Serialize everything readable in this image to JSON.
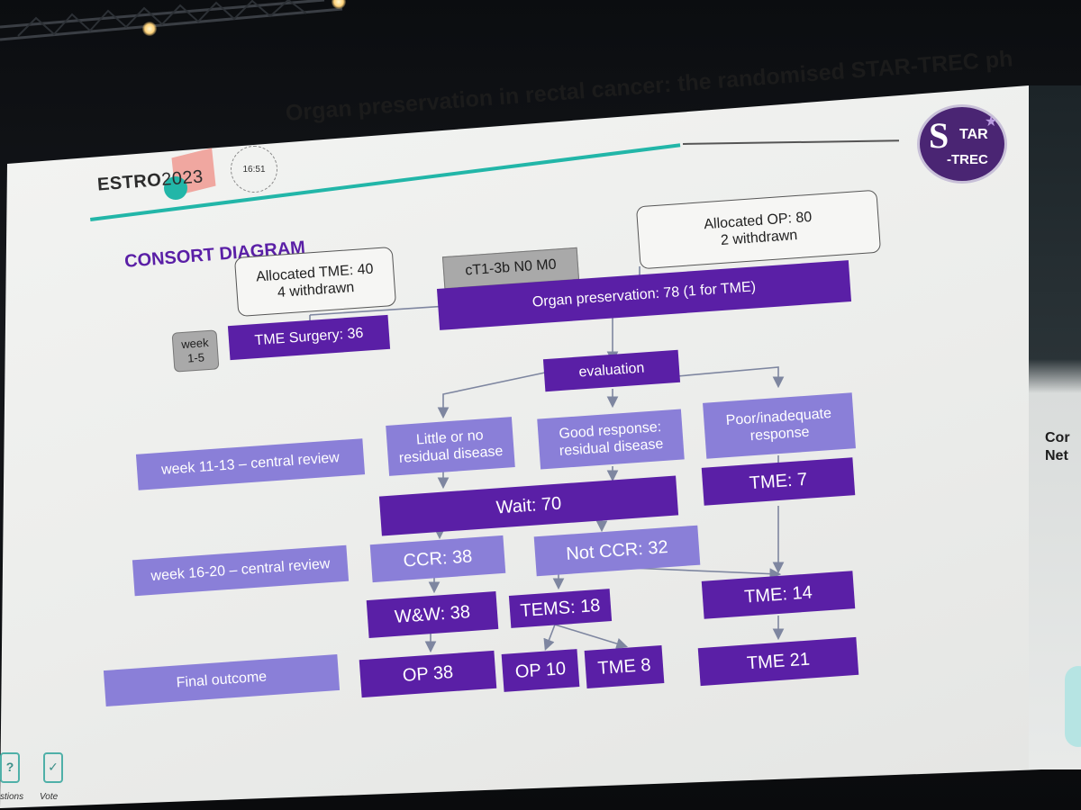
{
  "slide": {
    "title": "Organ preservation in rectal cancer: the randomised STAR-TREC ph",
    "logo_estro": "ESTRO",
    "logo_year": "2023",
    "time": "16:51",
    "star_logo": {
      "s": "S",
      "tar": "TAR",
      "trec": "-TREC"
    }
  },
  "side_panel": {
    "line1": "Cor",
    "line2": "Net"
  },
  "diagram": {
    "heading": "CONSORT DIAGRAM",
    "allocated_tme": [
      "Allocated TME: 40",
      "4 withdrawn"
    ],
    "allocated_op": [
      "Allocated OP: 80",
      "2 withdrawn"
    ],
    "stage": "cT1-3b N0 M0",
    "organ_preservation": "Organ preservation: 78    (1 for TME)",
    "week_1_5": [
      "week",
      "1-5"
    ],
    "tme_surgery": "TME Surgery: 36",
    "evaluation": "evaluation",
    "little_residual": [
      "Little or no",
      "residual disease"
    ],
    "good_response": [
      "Good response:",
      "residual disease"
    ],
    "poor_response": [
      "Poor/inadequate",
      "response"
    ],
    "week_11_13": "week 11-13 – central review",
    "wait": "Wait: 70",
    "tme_7": "TME: 7",
    "week_16_20": "week 16-20 – central review",
    "ccr": "CCR: 38",
    "not_ccr": "Not CCR: 32",
    "tme_14": "TME: 14",
    "ww": "W&W: 38",
    "tems": "TEMS: 18",
    "final_outcome": "Final outcome",
    "op_38": "OP  38",
    "op_10": "OP  10",
    "tme_8": "TME  8",
    "tme_21": "TME  21"
  },
  "bottom_bar": {
    "questions": "stions",
    "vote": "Vote"
  },
  "colors": {
    "dark_purple": "#5a1fa6",
    "light_purple": "#8a7fd8",
    "teal": "#22b6a8",
    "pink": "#f0a7a0"
  }
}
